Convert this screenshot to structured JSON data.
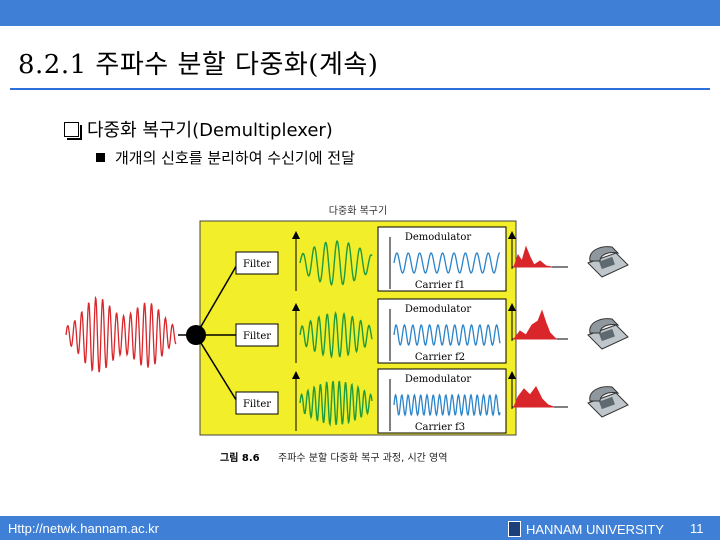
{
  "slide": {
    "title": "8.2.1 주파수 분할 다중화(계속)",
    "bullet_main": "다중화 복구기(Demultiplexer)",
    "bullet_sub": "개개의 신호를 분리하여 수신기에 전달"
  },
  "figure": {
    "header": "다중화 복구기",
    "filter_label": "Filter",
    "demod_label": "Demodulator",
    "carrier_labels": [
      "Carrier f1",
      "Carrier f2",
      "Carrier f3"
    ],
    "caption_prefix": "그림 8.6",
    "caption_text": "주파수 분할 다중화 복구 과정, 시간 영역"
  },
  "footer": {
    "url": "Http://netwk.hannam.ac.kr",
    "university": "HANNAM UNIVERSITY",
    "page": "11"
  },
  "colors": {
    "bar": "#3f7fd6",
    "yellow_box": "#f2ee2a",
    "signal_red": "#d8262a",
    "wave_green": "#1f9a3c",
    "wave_blue": "#2a84c9"
  }
}
